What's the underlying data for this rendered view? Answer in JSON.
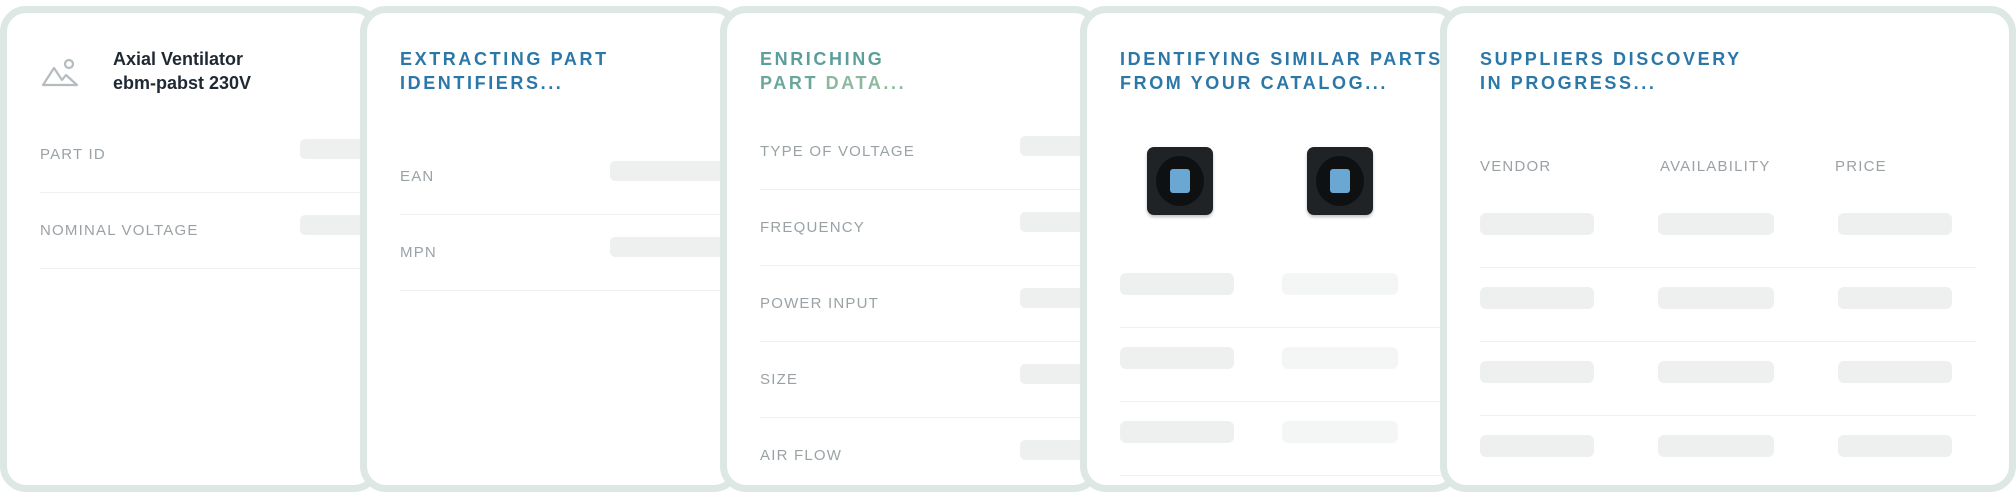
{
  "product": {
    "name_line1": "Axial Ventilator",
    "name_line2": "ebm-pabst 230V",
    "icon": "image-placeholder-icon",
    "fields": [
      {
        "label": "PART ID"
      },
      {
        "label": "NOMINAL VOLTAGE"
      }
    ]
  },
  "extracting": {
    "heading_line1": "EXTRACTING PART",
    "heading_line2": "IDENTIFIERS...",
    "fields": [
      {
        "label": "EAN"
      },
      {
        "label": "MPN"
      }
    ]
  },
  "enriching": {
    "heading_line1": "ENRICHING",
    "heading_line2a": "PART ",
    "heading_line2b": "DATA...",
    "fields": [
      {
        "label": "TYPE OF VOLTAGE"
      },
      {
        "label": "FREQUENCY"
      },
      {
        "label": "POWER INPUT"
      },
      {
        "label": "SIZE"
      },
      {
        "label": "AIR FLOW"
      }
    ]
  },
  "similar": {
    "heading_line1": "IDENTIFYING SIMILAR PARTS",
    "heading_line2": "FROM YOUR CATALOG...",
    "images": [
      "fan-photo",
      "fan-photo"
    ],
    "rows": 3
  },
  "suppliers": {
    "heading_line1": "SUPPLIERS DISCOVERY",
    "heading_line2": "IN PROGRESS...",
    "columns": [
      "VENDOR",
      "AVAILABILITY",
      "PRICE"
    ],
    "rows": 4
  },
  "colors": {
    "card_border": "#dde7e3",
    "heading_blue": "#2b78a8",
    "heading_green": "#8cb89e",
    "label_grey": "#9aa2a6",
    "skeleton": "#eef0f0"
  }
}
